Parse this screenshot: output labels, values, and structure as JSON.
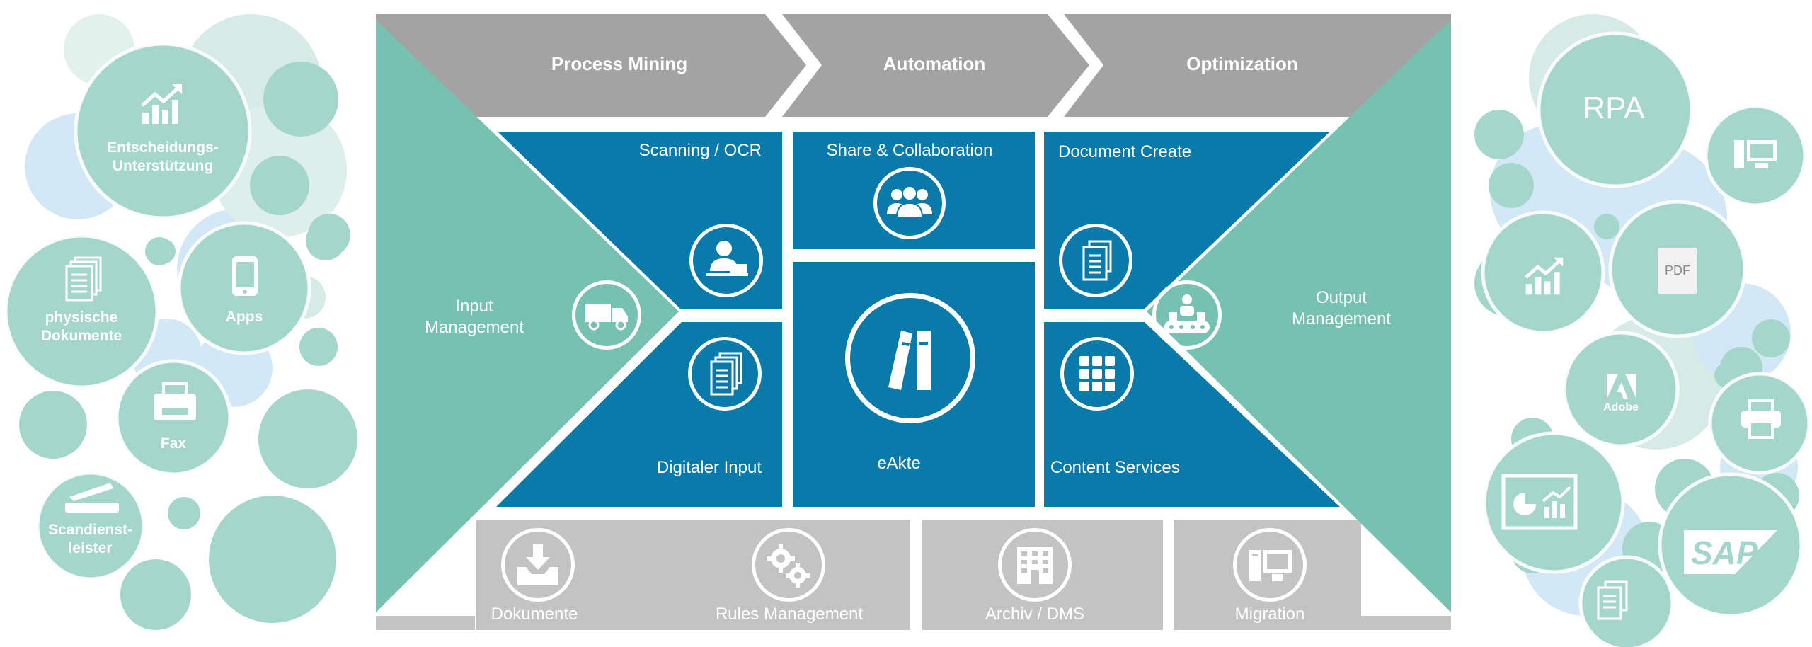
{
  "phases": [
    {
      "label": "Process Mining"
    },
    {
      "label": "Automation"
    },
    {
      "label": "Optimization"
    }
  ],
  "left_wing": {
    "line1": "Input",
    "line2": "Management",
    "icon": "truck-icon"
  },
  "right_wing": {
    "line1": "Output",
    "line2": "Management",
    "icon": "conveyor-icon"
  },
  "center": {
    "scanning": {
      "label": "Scanning / OCR",
      "icon": "user-at-desk-icon"
    },
    "share": {
      "label": "Share & Collaboration",
      "icon": "group-icon"
    },
    "document_create": {
      "label": "Document Create",
      "icon": "document-icon"
    },
    "digital_input": {
      "label": "Digitaler Input",
      "icon": "documents-icon"
    },
    "eakte": {
      "label": "eAkte",
      "icon": "binders-icon"
    },
    "content_services": {
      "label": "Content Services",
      "icon": "grid-icon"
    }
  },
  "bottom": [
    {
      "label": "Dokumente",
      "icon": "inbox-download-icon"
    },
    {
      "label": "Rules Management",
      "icon": "gears-icon"
    },
    {
      "label": "Archiv / DMS",
      "icon": "building-icon"
    },
    {
      "label": "Migration",
      "icon": "computer-icon"
    }
  ],
  "left_bubbles": {
    "decision": {
      "line1": "Entscheidungs-",
      "line2": "Unterstützung",
      "icon": "chart-up-icon"
    },
    "physical": {
      "line1": "physische",
      "line2": "Dokumente",
      "icon": "paper-stack-icon"
    },
    "apps": {
      "label": "Apps",
      "icon": "smartphone-icon"
    },
    "fax": {
      "label": "Fax",
      "icon": "fax-icon"
    },
    "scan": {
      "line1": "Scandienst-",
      "line2": "leister",
      "icon": "scanner-icon"
    }
  },
  "right_bubbles": {
    "rpa": {
      "label": "RPA"
    },
    "pdf": {
      "label": "PDF",
      "icon": "pdf-file-icon"
    },
    "adobe": {
      "label": "Adobe",
      "icon": "adobe-icon"
    },
    "sap": {
      "label": "SAP",
      "icon": "sap-logo-icon"
    },
    "other_icons": [
      "computer-icon",
      "chart-up-icon",
      "printer-icon",
      "presentation-icon",
      "document-icon"
    ]
  },
  "colors": {
    "teal": "#77c1b3",
    "blue": "#0a7aaa",
    "arrow_gray": "#a3a3a3",
    "box_gray": "#c3c3c3",
    "bubble": "#a5d6cb",
    "bubble_light": "#d7ebe6",
    "bubble_blue": "#d2e8f6"
  }
}
